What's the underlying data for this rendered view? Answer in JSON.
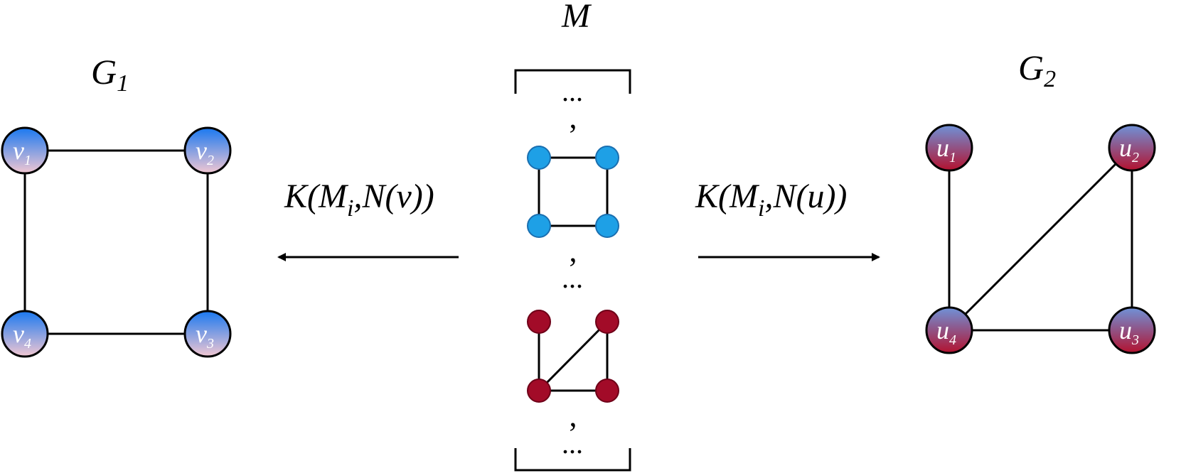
{
  "title": "M",
  "graph1": {
    "title_base": "G",
    "title_sub": "1",
    "nodes": [
      {
        "base": "v",
        "sub": "1"
      },
      {
        "base": "v",
        "sub": "2"
      },
      {
        "base": "v",
        "sub": "3"
      },
      {
        "base": "v",
        "sub": "4"
      }
    ],
    "colors": {
      "top": "#1a78f0",
      "bottom": "#f2c7d2"
    }
  },
  "graph2": {
    "title_base": "G",
    "title_sub": "2",
    "nodes": [
      {
        "base": "u",
        "sub": "1"
      },
      {
        "base": "u",
        "sub": "2"
      },
      {
        "base": "u",
        "sub": "3"
      },
      {
        "base": "u",
        "sub": "4"
      }
    ],
    "colors": {
      "top": "#6f92d8",
      "bottom": "#b3122f"
    }
  },
  "left_arrow_label": {
    "pre": "K(M",
    "sub": "i",
    "post": ",N(v))"
  },
  "right_arrow_label": {
    "pre": "K(M",
    "sub": "i",
    "post": ",N(u))"
  },
  "sequence": {
    "ellipsis": "...",
    "comma": ",",
    "blue_motif_color": "#1ea0e6",
    "red_motif_color": "#a20b28"
  }
}
